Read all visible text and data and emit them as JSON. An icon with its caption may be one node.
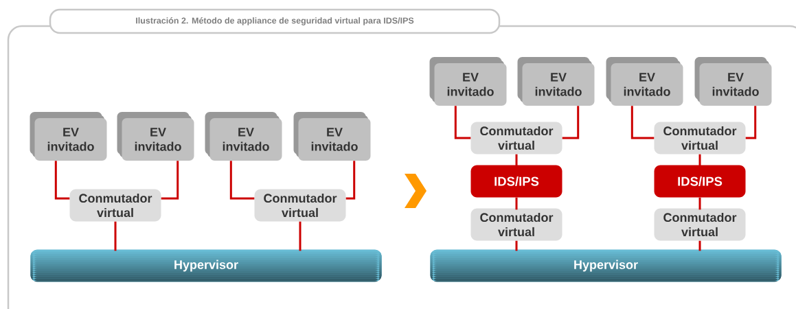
{
  "diagram": {
    "title": "Ilustración 2. Método de appliance de seguridad virtual para IDS/IPS",
    "nodes": [
      {
        "text": [
          "EV invitado"
        ]
      },
      {
        "text": [
          "EV invitado"
        ]
      },
      {
        "text": [
          "EV invitado"
        ]
      },
      {
        "text": [
          "EV invitado"
        ]
      },
      {
        "text": [
          "Conmutador virtual"
        ]
      },
      {
        "text": [
          "Conmutador virtual"
        ]
      },
      {
        "text": [
          "Hypervisor"
        ]
      },
      {
        "text": [
          "EV invitado"
        ]
      },
      {
        "text": [
          "EV invitado"
        ]
      },
      {
        "text": [
          "EV invitado"
        ]
      },
      {
        "text": [
          "EV invitado"
        ]
      },
      {
        "text": [
          "Conmutador virtual"
        ]
      },
      {
        "text": [
          "IDS/IPS"
        ]
      },
      {
        "text": [
          "Conmutador virtual"
        ]
      },
      {
        "text": [
          "Conmutador virtual"
        ]
      },
      {
        "text": [
          "IDS/IPS"
        ]
      },
      {
        "text": [
          "Conmutador virtual"
        ]
      },
      {
        "text": [
          "Hypervisor"
        ]
      }
    ],
    "edges": [
      {
        "from": 0,
        "to": 4,
        "arrow": "none"
      },
      {
        "from": 1,
        "to": 4,
        "arrow": "none"
      },
      {
        "from": 2,
        "to": 5,
        "arrow": "none"
      },
      {
        "from": 3,
        "to": 5,
        "arrow": "none"
      },
      {
        "from": 4,
        "to": 6,
        "arrow": "none"
      },
      {
        "from": 5,
        "to": 6,
        "arrow": "none"
      },
      {
        "from": 7,
        "to": 11,
        "arrow": "none"
      },
      {
        "from": 8,
        "to": 11,
        "arrow": "none"
      },
      {
        "from": 11,
        "to": 12,
        "arrow": "none"
      },
      {
        "from": 12,
        "to": 13,
        "arrow": "none"
      },
      {
        "from": 13,
        "to": 17,
        "arrow": "none"
      },
      {
        "from": 9,
        "to": 14,
        "arrow": "none"
      },
      {
        "from": 10,
        "to": 14,
        "arrow": "none"
      },
      {
        "from": 14,
        "to": 15,
        "arrow": "none"
      },
      {
        "from": 15,
        "to": 16,
        "arrow": "none"
      },
      {
        "from": 16,
        "to": 17,
        "arrow": "none"
      }
    ]
  }
}
